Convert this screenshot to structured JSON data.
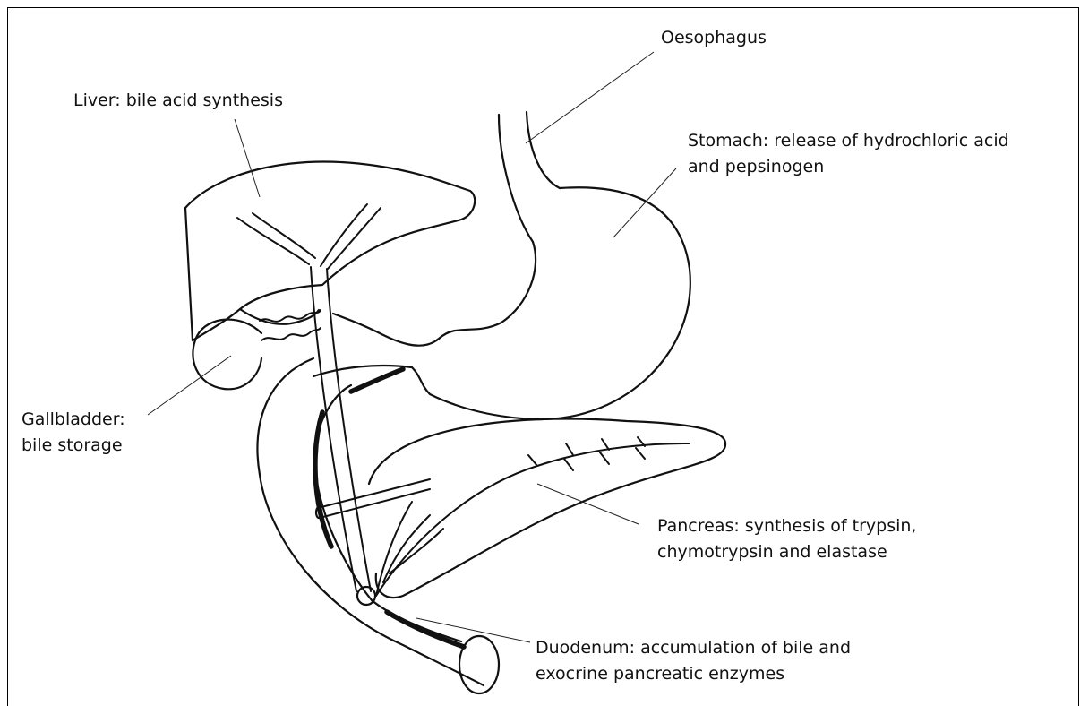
{
  "labels": {
    "oesophagus": {
      "line1": "Oesophagus"
    },
    "liver": {
      "line1": "Liver: bile acid synthesis"
    },
    "stomach": {
      "line1": "Stomach: release of hydrochloric acid",
      "line2": "and pepsinogen"
    },
    "gallbladder": {
      "line1": "Gallbladder:",
      "line2": "bile storage"
    },
    "pancreas": {
      "line1": "Pancreas: synthesis of trypsin,",
      "line2": "chymotrypsin and elastase"
    },
    "duodenum": {
      "line1": "Duodenum: accumulation of bile and",
      "line2": "exocrine pancreatic enzymes"
    }
  },
  "colors": {
    "stroke": "#111111",
    "background": "#ffffff"
  }
}
